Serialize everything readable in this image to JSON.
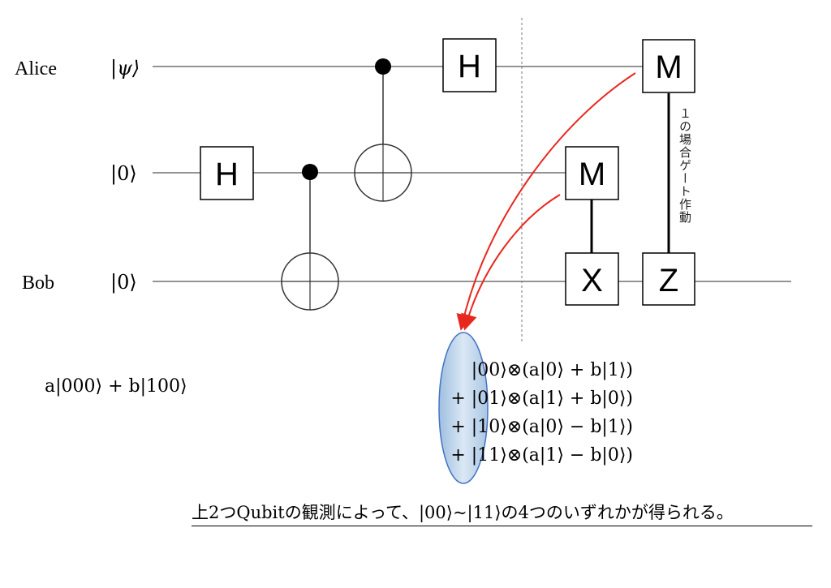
{
  "labels": {
    "alice": "Alice",
    "bob": "Bob",
    "ket_psi": "|ψ⟩",
    "ket_0_q2": "|0⟩",
    "ket_0_bob": "|0⟩"
  },
  "gates": {
    "h1": "H",
    "h2": "H",
    "m_alice": "M",
    "m_q2": "M",
    "x": "X",
    "z": "Z"
  },
  "annotation_vertical": "１の場合ゲート作動",
  "initial_state": "a|000⟩ + b|100⟩",
  "state_lines": [
    "|00⟩⊗(a|0⟩ + b|1⟩)",
    "+ |01⟩⊗(a|1⟩ + b|0⟩)",
    "+ |10⟩⊗(a|0⟩ − b|1⟩)",
    "+ |11⟩⊗(a|1⟩ − b|0⟩)"
  ],
  "caption": "上2つQubitの観測によって、|00⟩~|11⟩の4つのいずれかが得られる。",
  "colors": {
    "arrow": "#e8281e",
    "ellipse_fill": "#bcd3ea",
    "ellipse_stroke": "#4472c4"
  }
}
